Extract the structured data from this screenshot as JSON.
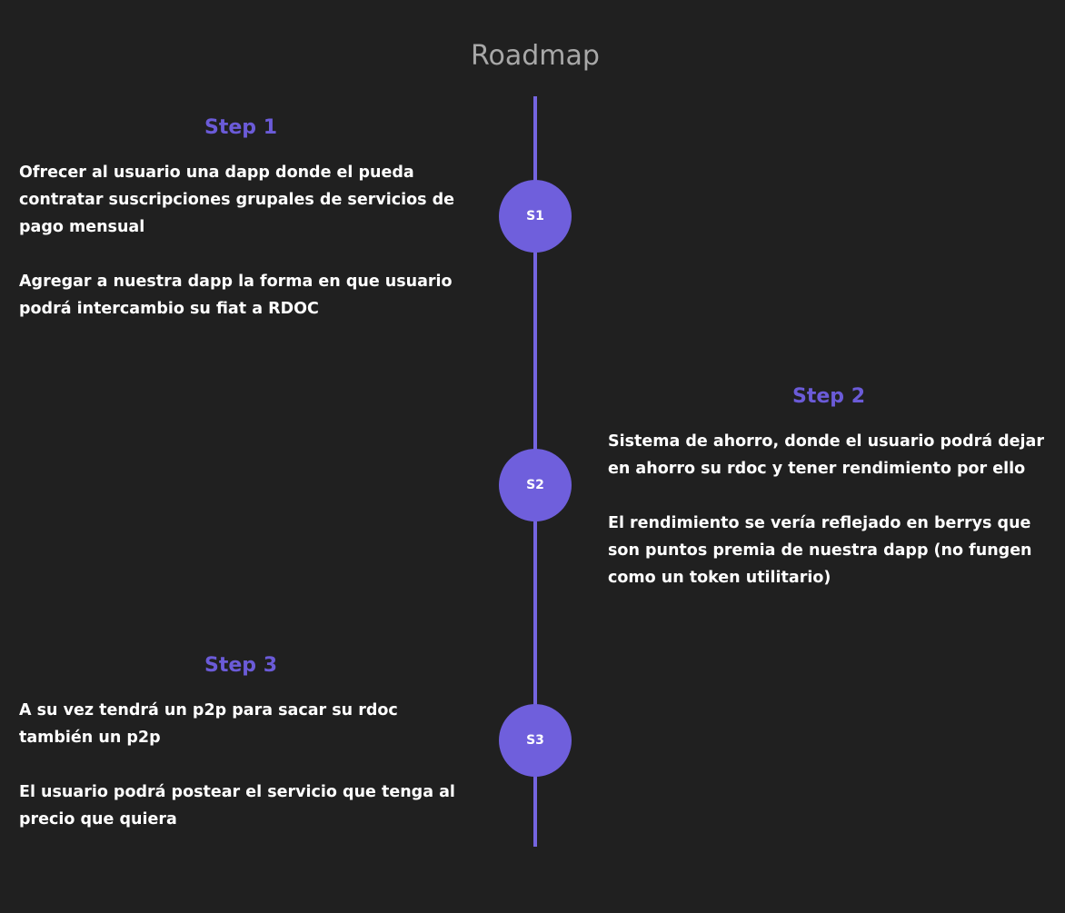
{
  "page": {
    "title": "Roadmap",
    "accent_color": "#6b5bd8",
    "background_color": "#202020"
  },
  "steps": [
    {
      "title": "Step 1",
      "node_label": "S1",
      "paragraphs": [
        "Ofrecer al usuario una dapp donde el pueda contratar suscripciones grupales de servicios de pago mensual",
        "Agregar a nuestra dapp la forma en que usuario podrá intercambio su fiat a RDOC"
      ]
    },
    {
      "title": "Step 2",
      "node_label": "S2",
      "paragraphs": [
        "Sistema de ahorro, donde el usuario podrá dejar en ahorro su rdoc y tener rendimiento por ello",
        "El rendimiento se vería reflejado en berrys que son puntos premia de nuestra dapp (no fungen como un token utilitario)"
      ]
    },
    {
      "title": "Step 3",
      "node_label": "S3",
      "paragraphs": [
        "A su vez tendrá un p2p para sacar su rdoc también un p2p",
        "El usuario podrá postear el servicio que tenga al precio que quiera"
      ]
    }
  ]
}
